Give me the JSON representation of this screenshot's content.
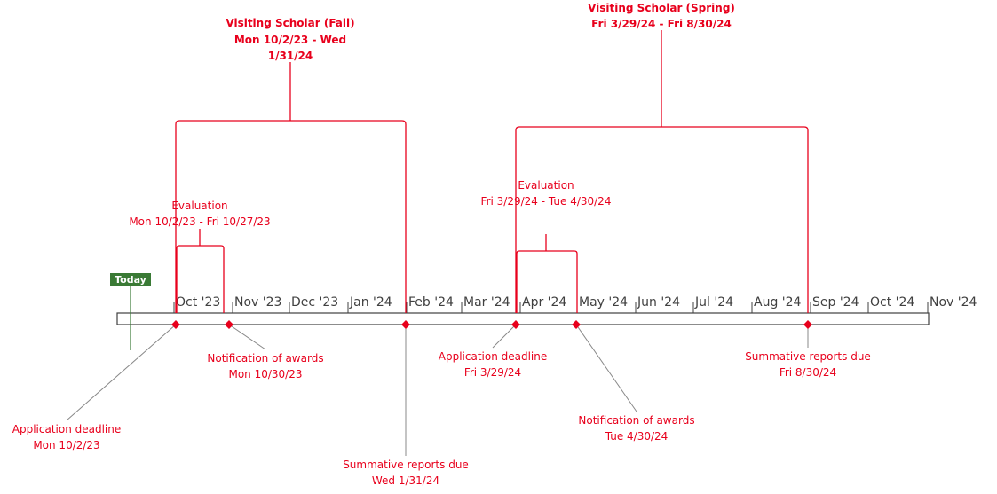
{
  "today": {
    "label": "Today",
    "color": "#3a7a35"
  },
  "accent_color": "#e8001c",
  "months": [
    "Oct '23",
    "Nov '23",
    "Dec '23",
    "Jan '24",
    "Feb '24",
    "Mar '24",
    "Apr '24",
    "May '24",
    "Jun '24",
    "Jul '24",
    "Aug '24",
    "Sep '24",
    "Oct '24",
    "Nov '24"
  ],
  "spans": [
    {
      "title": "Visiting Scholar (Fall)",
      "dates_line1": "Mon 10/2/23 - Wed",
      "dates_line2": "1/31/24"
    },
    {
      "title": "Visiting Scholar (Spring)",
      "dates": "Fri 3/29/24 - Fri 8/30/24"
    },
    {
      "title": "Evaluation",
      "dates": "Mon 10/2/23 - Fri 10/27/23"
    },
    {
      "title": "Evaluation",
      "dates": "Fri 3/29/24 - Tue 4/30/24"
    }
  ],
  "milestones": [
    {
      "title": "Application deadline",
      "date": "Mon 10/2/23"
    },
    {
      "title": "Notification of awards",
      "date": "Mon 10/30/23"
    },
    {
      "title": "Summative reports due",
      "date": "Wed 1/31/24"
    },
    {
      "title": "Application deadline",
      "date": "Fri 3/29/24"
    },
    {
      "title": "Notification of awards",
      "date": "Tue 4/30/24"
    },
    {
      "title": "Summative reports due",
      "date": "Fri 8/30/24"
    }
  ]
}
